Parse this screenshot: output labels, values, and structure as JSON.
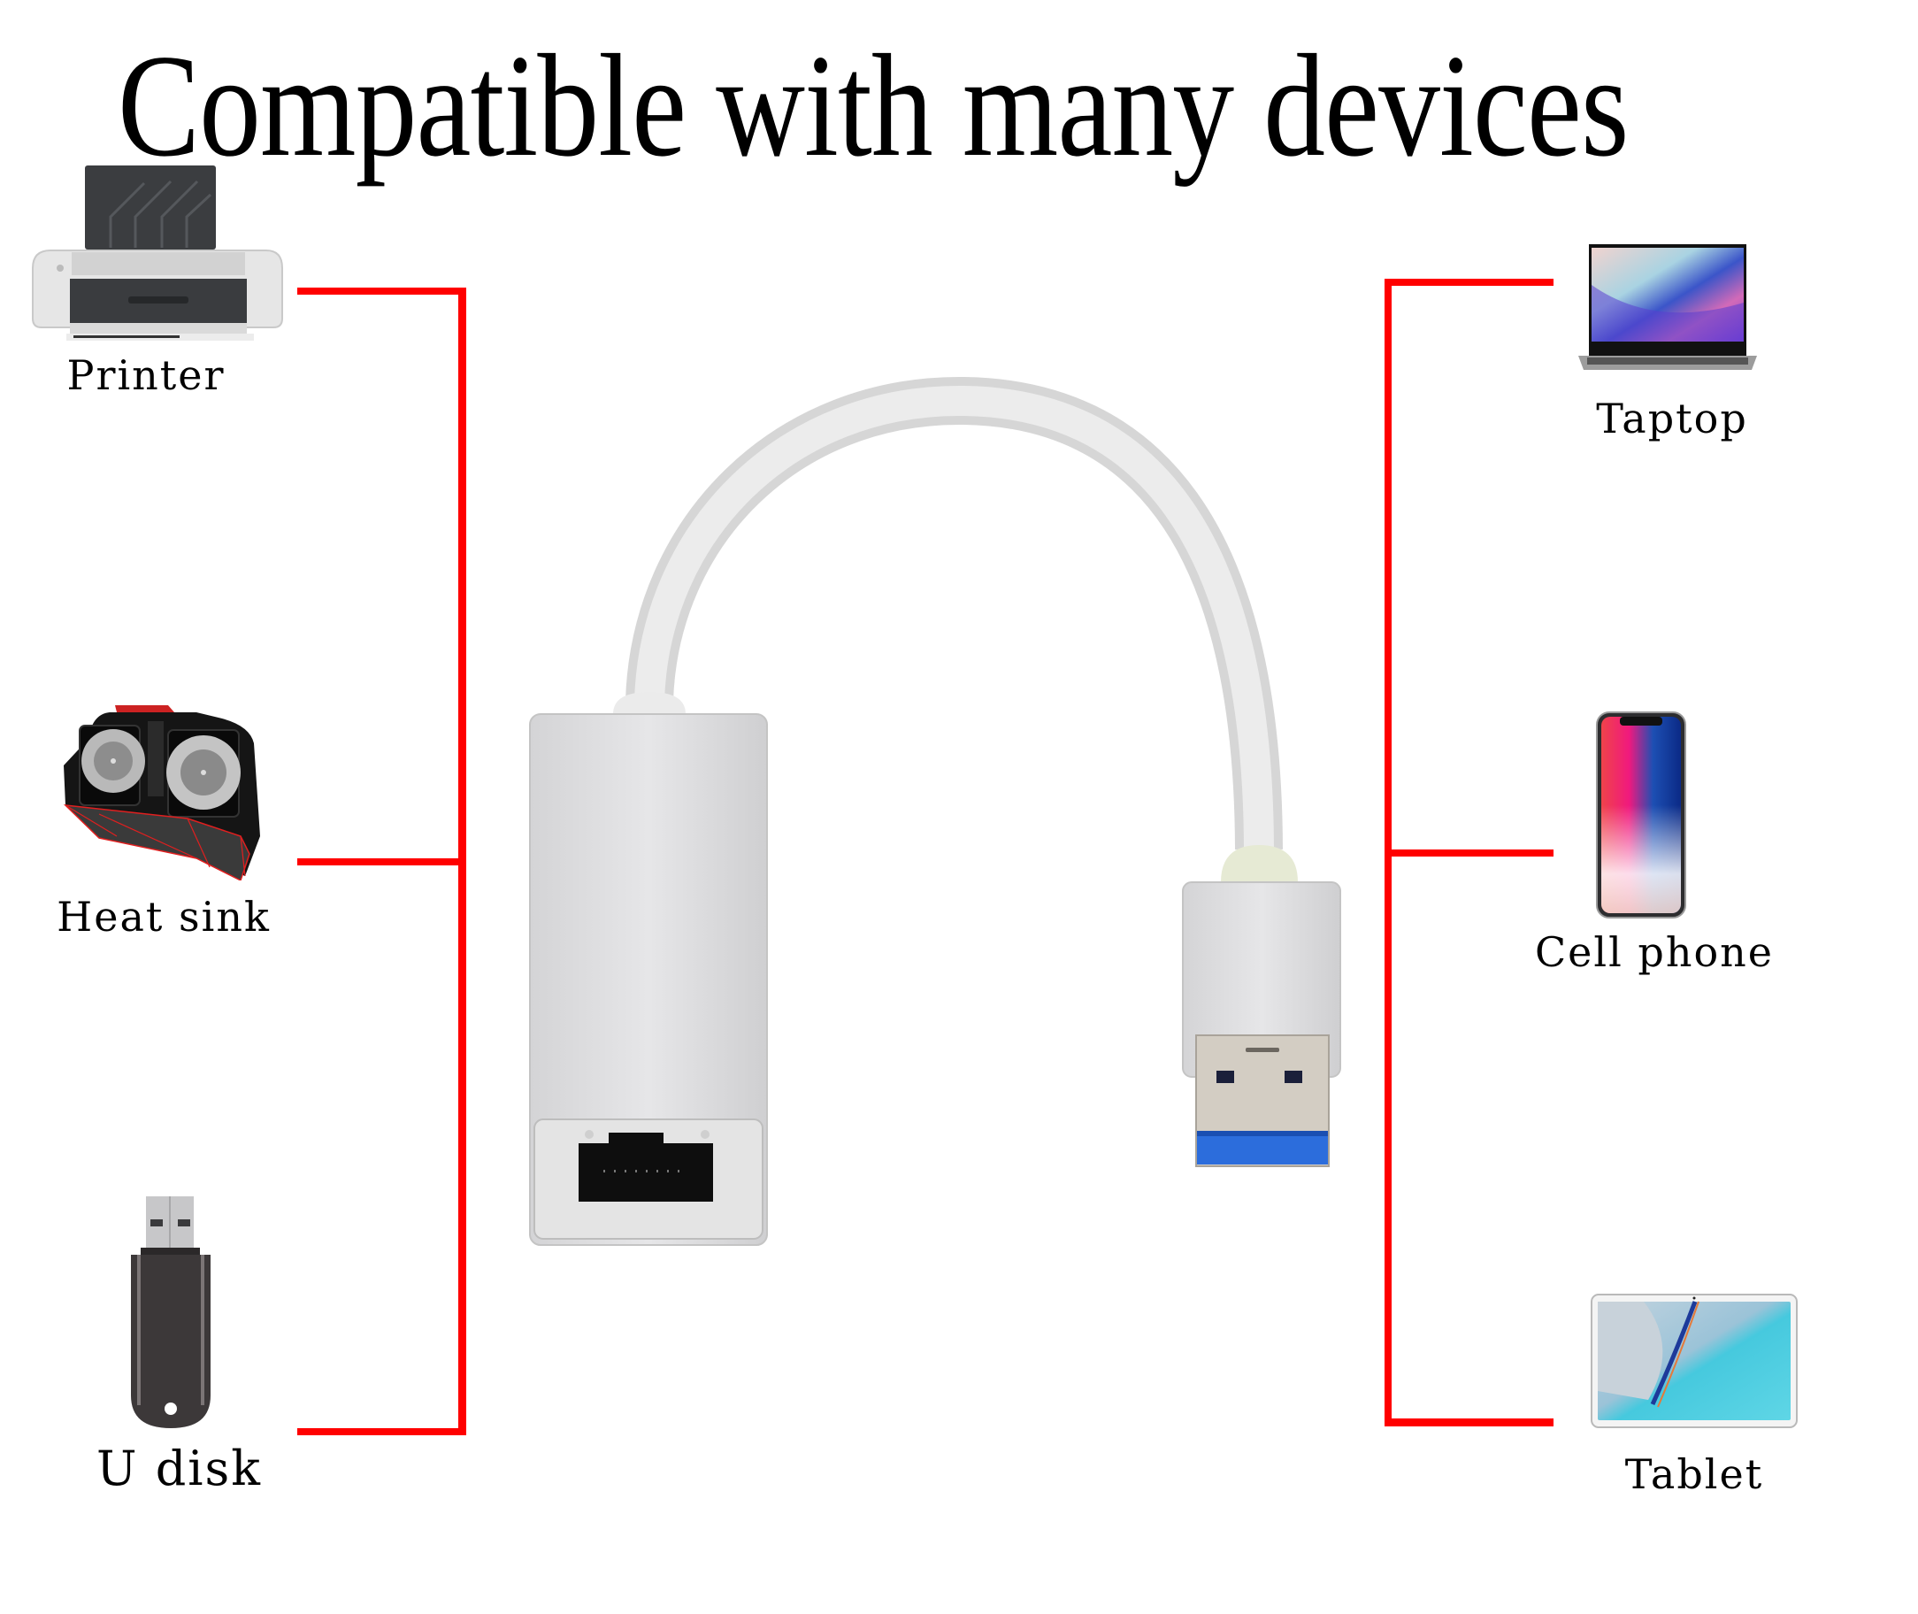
{
  "title": "Compatible with many devices",
  "colors": {
    "connector_lines": "#ff0000",
    "background": "#ffffff",
    "text": "#000000",
    "adapter_body": "#dcdcdc",
    "usb_insert": "#1f5fd1"
  },
  "product": {
    "name": "USB to RJ45 Ethernet adapter",
    "ports": [
      "rj45-icon",
      "usb-a-icon"
    ]
  },
  "left_devices": [
    {
      "label": "Printer",
      "icon": "printer-icon"
    },
    {
      "label": "Heat sink",
      "icon": "heat-sink-icon"
    },
    {
      "label": "U disk",
      "icon": "usb-flash-drive-icon"
    }
  ],
  "right_devices": [
    {
      "label": "Taptop",
      "icon": "laptop-icon"
    },
    {
      "label": "Cell phone",
      "icon": "cell-phone-icon"
    },
    {
      "label": "Tablet",
      "icon": "tablet-icon"
    }
  ]
}
